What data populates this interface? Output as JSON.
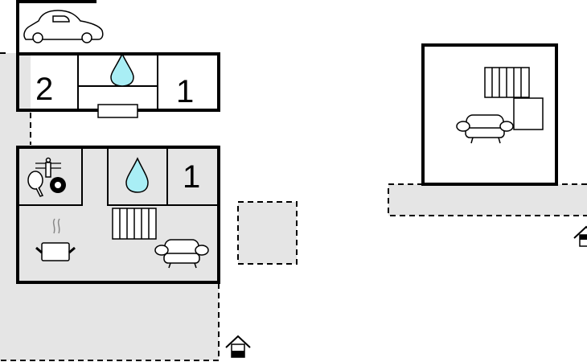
{
  "plan": {
    "upper_building": {
      "bedroom_left_beds": "2",
      "bedroom_right_beds": "1"
    },
    "lower_building": {
      "bedroom_beds": "1"
    }
  },
  "colors": {
    "water_drop": "#a9eef5",
    "terrace": "#e5e5e5",
    "walls": "#000000"
  }
}
